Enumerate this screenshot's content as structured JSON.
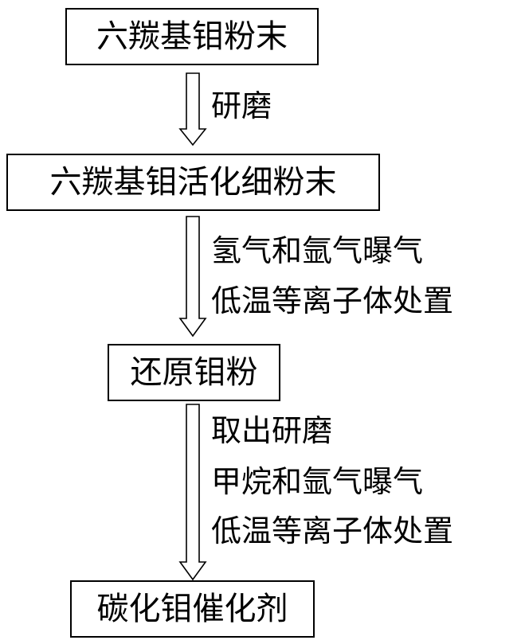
{
  "boxes": [
    {
      "label": "六羰基钼粉末"
    },
    {
      "label": "六羰基钼活化细粉末"
    },
    {
      "label": "还原钼粉"
    },
    {
      "label": "碳化钼催化剂"
    }
  ],
  "steps": [
    {
      "lines": [
        "研磨"
      ]
    },
    {
      "lines": [
        "氢气和氩气曝气",
        "低温等离子体处置"
      ]
    },
    {
      "lines": [
        "取出研磨",
        "甲烷和氩气曝气",
        "低温等离子体处置"
      ]
    }
  ]
}
